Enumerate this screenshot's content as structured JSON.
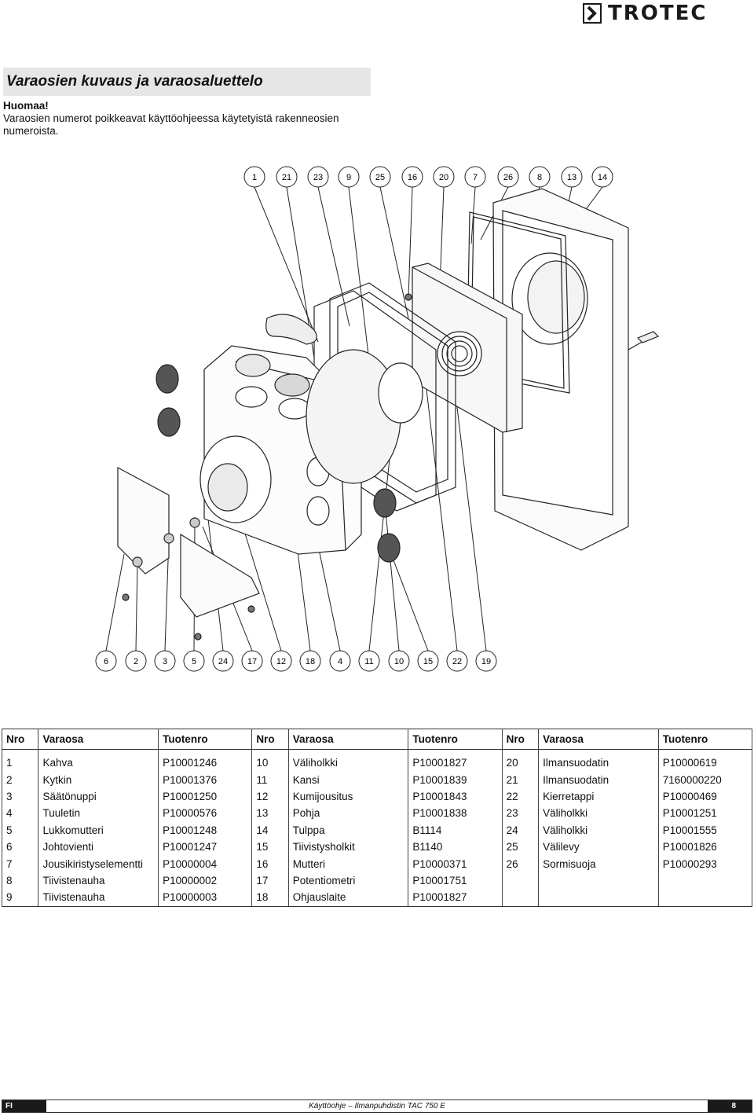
{
  "brand": {
    "name": "TROTEC"
  },
  "section": {
    "heading": "Varaosien kuvaus ja varaosaluettelo",
    "note_title": "Huomaa!",
    "note_text": "Varaosien numerot poikkeavat käyttöohjeessa käytetyistä rakenneosien numeroista."
  },
  "diagram": {
    "top_labels": [
      "1",
      "21",
      "23",
      "9",
      "25",
      "16",
      "20",
      "7",
      "26",
      "8",
      "13",
      "14"
    ],
    "bottom_labels": [
      "6",
      "2",
      "3",
      "5",
      "24",
      "17",
      "12",
      "18",
      "4",
      "11",
      "10",
      "15",
      "22",
      "19"
    ]
  },
  "table": {
    "headers": [
      "Nro",
      "Varaosa",
      "Tuotenro",
      "Nro",
      "Varaosa",
      "Tuotenro",
      "Nro",
      "Varaosa",
      "Tuotenro"
    ],
    "rows": [
      [
        "1",
        "Kahva",
        "P10001246",
        "10",
        "Väliholkki",
        "P10001827",
        "20",
        "Ilmansuodatin",
        "P10000619"
      ],
      [
        "2",
        "Kytkin",
        "P10001376",
        "11",
        "Kansi",
        "P10001839",
        "21",
        "Ilmansuodatin",
        "7160000220"
      ],
      [
        "3",
        "Säätönuppi",
        "P10001250",
        "12",
        "Kumijousitus",
        "P10001843",
        "22",
        "Kierretappi",
        "P10000469"
      ],
      [
        "4",
        "Tuuletin",
        "P10000576",
        "13",
        "Pohja",
        "P10001838",
        "23",
        "Väliholkki",
        "P10001251"
      ],
      [
        "5",
        "Lukkomutteri",
        "P10001248",
        "14",
        "Tulppa",
        "B1114",
        "24",
        "Väliholkki",
        "P10001555"
      ],
      [
        "6",
        "Johtovienti",
        "P10001247",
        "15",
        "Tiivistysholkit",
        "B1140",
        "25",
        "Välilevy",
        "P10001826"
      ],
      [
        "7",
        "Jousikiristyselementti",
        "P10000004",
        "16",
        "Mutteri",
        "P10000371",
        "26",
        "Sormisuoja",
        "P10000293"
      ],
      [
        "8",
        "Tiivistenauha",
        "P10000002",
        "17",
        "Potentiometri",
        "P10001751",
        "",
        "",
        ""
      ],
      [
        "9",
        "Tiivistenauha",
        "P10000003",
        "18",
        "Ohjauslaite",
        "P10001827",
        "",
        "",
        ""
      ]
    ]
  },
  "footer": {
    "lang": "FI",
    "title": "Käyttöohje – Ilmanpuhdistin TAC 750 E",
    "page": "8"
  }
}
